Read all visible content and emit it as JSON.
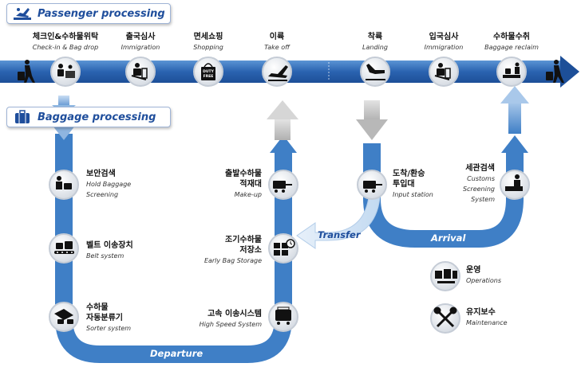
{
  "headers": {
    "passenger": "Passenger processing",
    "baggage": "Baggage processing"
  },
  "passenger_steps": [
    {
      "ko": "체크인&수하물위탁",
      "en": "Check-in & Bag drop",
      "icon": "check-in-icon"
    },
    {
      "ko": "출국심사",
      "en": "Immigration",
      "icon": "immigration-icon"
    },
    {
      "ko": "면세쇼핑",
      "en": "Shopping",
      "icon": "duty-free-icon"
    },
    {
      "ko": "이륙",
      "en": "Take off",
      "icon": "takeoff-icon"
    },
    {
      "ko": "착륙",
      "en": "Landing",
      "icon": "landing-icon"
    },
    {
      "ko": "입국심사",
      "en": "Immigration",
      "icon": "immigration-icon"
    },
    {
      "ko": "수하물수취",
      "en": "Baggage reclaim",
      "icon": "baggage-reclaim-icon"
    }
  ],
  "duty_free_text": "DUTY FREE",
  "baggage_steps": {
    "screening": {
      "ko": "보안검색",
      "en1": "Hold Baggage",
      "en2": "Screening"
    },
    "belt": {
      "ko": "벨트 이송장치",
      "en": "Belt system"
    },
    "sorter": {
      "ko1": "수하물",
      "ko2": "자동분류기",
      "en": "Sorter system"
    },
    "highspeed": {
      "ko": "고속 이송시스템",
      "en": "High Speed System"
    },
    "storage": {
      "ko1": "조기수하물",
      "ko2": "저장소",
      "en": "Early Bag Storage"
    },
    "makeup": {
      "ko1": "출발수하물",
      "ko2": "적재대",
      "en": "Make-up"
    },
    "input": {
      "ko1": "도착/환승",
      "ko2": "투입대",
      "en": "Input station"
    },
    "customs": {
      "ko": "세관검색",
      "en1": "Customs",
      "en2": "Screening",
      "en3": "System"
    }
  },
  "flows": {
    "departure": "Departure",
    "arrival": "Arrival",
    "transfer": "Transfer"
  },
  "legend": {
    "operations": {
      "ko": "운영",
      "en": "Operations"
    },
    "maintenance": {
      "ko": "유지보수",
      "en": "Maintenance"
    }
  },
  "colors": {
    "dark_blue": "#1f4e9c",
    "mid_blue": "#3f7fc6",
    "light_blue": "#a9c8ea",
    "gray": "#b4b4b4",
    "circle_fill": "#e6eaef"
  }
}
